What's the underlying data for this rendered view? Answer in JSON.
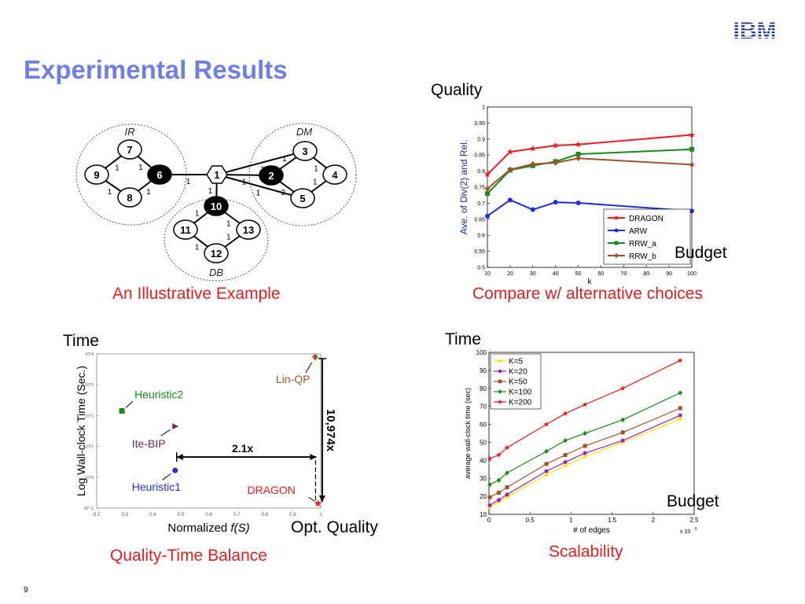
{
  "slide": {
    "title": "Experimental Results",
    "logo_text": "IBM",
    "page_number": "9",
    "accent_color": "#6f7fe6",
    "caption_color": "#e02020"
  },
  "captions": {
    "example": "An Illustrative Example",
    "compare": "Compare w/ alternative choices",
    "balance": "Quality-Time Balance",
    "scalability": "Scalability"
  },
  "annotations": {
    "quality": "Quality",
    "budget_top": "Budget",
    "time_left": "Time",
    "time_right": "Time",
    "opt_quality": "Opt. Quality",
    "budget_bottom": "Budget"
  },
  "graph": {
    "groups": [
      {
        "label": "IR"
      },
      {
        "label": "DM"
      },
      {
        "label": "DB"
      }
    ],
    "nodes": [
      {
        "id": "1",
        "shape": "hexagon",
        "filled": false
      },
      {
        "id": "2",
        "shape": "ellipse",
        "filled": true
      },
      {
        "id": "3",
        "shape": "ellipse",
        "filled": false
      },
      {
        "id": "4",
        "shape": "ellipse",
        "filled": false
      },
      {
        "id": "5",
        "shape": "ellipse",
        "filled": false
      },
      {
        "id": "6",
        "shape": "ellipse",
        "filled": true
      },
      {
        "id": "7",
        "shape": "ellipse",
        "filled": false
      },
      {
        "id": "8",
        "shape": "ellipse",
        "filled": false
      },
      {
        "id": "9",
        "shape": "ellipse",
        "filled": false
      },
      {
        "id": "10",
        "shape": "ellipse",
        "filled": true
      },
      {
        "id": "11",
        "shape": "ellipse",
        "filled": false
      },
      {
        "id": "12",
        "shape": "ellipse",
        "filled": false
      },
      {
        "id": "13",
        "shape": "ellipse",
        "filled": false
      }
    ],
    "edges": [
      {
        "a": "9",
        "b": "7",
        "w": "1"
      },
      {
        "a": "7",
        "b": "6",
        "w": "1"
      },
      {
        "a": "9",
        "b": "8",
        "w": "1"
      },
      {
        "a": "8",
        "b": "6",
        "w": "1"
      },
      {
        "a": "6",
        "b": "1",
        "w": "1"
      },
      {
        "a": "1",
        "b": "3",
        "w": "1"
      },
      {
        "a": "1",
        "b": "2",
        "w": "1"
      },
      {
        "a": "1",
        "b": "5",
        "w": "1"
      },
      {
        "a": "1",
        "b": "10",
        "w": "1"
      },
      {
        "a": "3",
        "b": "2",
        "w": "1"
      },
      {
        "a": "2",
        "b": "5",
        "w": "2"
      },
      {
        "a": "3",
        "b": "4",
        "w": "1"
      },
      {
        "a": "4",
        "b": "5",
        "w": "1"
      },
      {
        "a": "10",
        "b": "11",
        "w": "1"
      },
      {
        "a": "10",
        "b": "13",
        "w": "1"
      },
      {
        "a": "11",
        "b": "12",
        "w": "1"
      },
      {
        "a": "13",
        "b": "12",
        "w": "1"
      }
    ]
  },
  "chart_data": [
    {
      "id": "compare",
      "type": "line",
      "xlabel": "k",
      "ylabel": "Ave. of Div(2) and Rel.",
      "xlim": [
        10,
        100
      ],
      "ylim": [
        0.5,
        1
      ],
      "xticks": [
        "10",
        "20",
        "30",
        "40",
        "50",
        "60",
        "70",
        "80",
        "90",
        "100"
      ],
      "yticks": [
        "0.5",
        "0.55",
        "0.6",
        "0.65",
        "0.7",
        "0.75",
        "0.8",
        "0.85",
        "0.9",
        "0.95",
        "1"
      ],
      "legend_position": "bottom-right",
      "series": [
        {
          "name": "DRAGON",
          "color": "#e81c1c",
          "marker": "star",
          "x": [
            10,
            20,
            30,
            40,
            50,
            100
          ],
          "y": [
            0.79,
            0.86,
            0.87,
            0.88,
            0.883,
            0.913
          ]
        },
        {
          "name": "ARW",
          "color": "#1f2de0",
          "marker": "circle",
          "x": [
            10,
            20,
            30,
            40,
            50,
            100
          ],
          "y": [
            0.66,
            0.71,
            0.68,
            0.703,
            0.701,
            0.676
          ]
        },
        {
          "name": "RRW_a",
          "color": "#1a8a1a",
          "marker": "square",
          "x": [
            10,
            20,
            30,
            40,
            50,
            100
          ],
          "y": [
            0.73,
            0.803,
            0.817,
            0.83,
            0.853,
            0.868
          ]
        },
        {
          "name": "RRW_b",
          "color": "#a0522d",
          "marker": "diamond",
          "x": [
            10,
            20,
            30,
            40,
            50,
            100
          ],
          "y": [
            0.745,
            0.805,
            0.822,
            0.826,
            0.84,
            0.82
          ]
        }
      ]
    },
    {
      "id": "balance",
      "type": "scatter",
      "xlabel_prefix": "Normalized ",
      "xlabel_italic": "f(S)",
      "ylabel": "Log Wall-clock Time (Sec.)",
      "xlim": [
        0.2,
        1.0
      ],
      "ylim_log10": [
        -1,
        4
      ],
      "xticks": [
        "0.2",
        "0.3",
        "0.4",
        "0.5",
        "0.6",
        "0.7",
        "0.8",
        "0.9",
        "1"
      ],
      "yticks": [
        "10^-1",
        "10^0",
        "10^1",
        "10^2",
        "10^3",
        "10^4"
      ],
      "points": [
        {
          "name": "Heuristic2",
          "x": 0.29,
          "log10_y": 2.15,
          "color": "#1a8a1a",
          "marker": "square"
        },
        {
          "name": "Ite-BIP",
          "x": 0.48,
          "log10_y": 1.65,
          "color": "#6a2c5c",
          "marker": "triangle"
        },
        {
          "name": "Heuristic1",
          "x": 0.48,
          "log10_y": 0.22,
          "color": "#1f2de0",
          "marker": "circle"
        },
        {
          "name": "Lin-QP",
          "x": 0.98,
          "log10_y": 3.9,
          "color": "#a0522d",
          "marker": "diamond"
        },
        {
          "name": "DRAGON",
          "x": 0.99,
          "log10_y": -0.85,
          "color": "#e81c1c",
          "marker": "star"
        }
      ],
      "ratio_x_label": "2.1x",
      "ratio_y_label": "10,974x"
    },
    {
      "id": "scalability",
      "type": "line",
      "xlabel": "# of edges",
      "ylabel": "average wall-clock time (sec)",
      "x_multiplier_label": "x 10",
      "x_multiplier_exp": "6",
      "xlim": [
        0,
        2.5
      ],
      "ylim": [
        10,
        100
      ],
      "xticks": [
        "0",
        "0.5",
        "1",
        "1.5",
        "2",
        "2.5"
      ],
      "yticks": [
        "10",
        "20",
        "30",
        "40",
        "50",
        "60",
        "70",
        "80",
        "90",
        "100"
      ],
      "legend_position": "top-left",
      "series": [
        {
          "name": "K=5",
          "color": "#ffe600",
          "marker": "star",
          "x": [
            0.01,
            0.12,
            0.22,
            0.7,
            0.93,
            1.17,
            1.63,
            2.33
          ],
          "y": [
            14,
            17,
            19.5,
            32,
            37,
            42,
            50,
            63
          ]
        },
        {
          "name": "K=20",
          "color": "#a020c0",
          "marker": "circle",
          "x": [
            0.01,
            0.12,
            0.22,
            0.7,
            0.93,
            1.17,
            1.63,
            2.33
          ],
          "y": [
            15,
            18,
            21,
            34,
            39,
            44,
            51,
            65
          ]
        },
        {
          "name": "K=50",
          "color": "#a0522d",
          "marker": "square",
          "x": [
            0.01,
            0.12,
            0.22,
            0.7,
            0.93,
            1.17,
            1.63,
            2.33
          ],
          "y": [
            19.5,
            22,
            25,
            38,
            43,
            48,
            55.5,
            69
          ]
        },
        {
          "name": "K=100",
          "color": "#1a8a1a",
          "marker": "diamond",
          "x": [
            0.01,
            0.12,
            0.22,
            0.7,
            0.93,
            1.17,
            1.63,
            2.33
          ],
          "y": [
            26.5,
            29,
            33,
            45,
            51,
            55,
            62.5,
            77.5
          ]
        },
        {
          "name": "K=200",
          "color": "#e81c1c",
          "marker": "star",
          "x": [
            0.01,
            0.12,
            0.22,
            0.7,
            0.93,
            1.17,
            1.63,
            2.33
          ],
          "y": [
            41,
            43,
            47,
            60,
            66,
            71,
            80,
            95.5
          ]
        }
      ]
    }
  ]
}
